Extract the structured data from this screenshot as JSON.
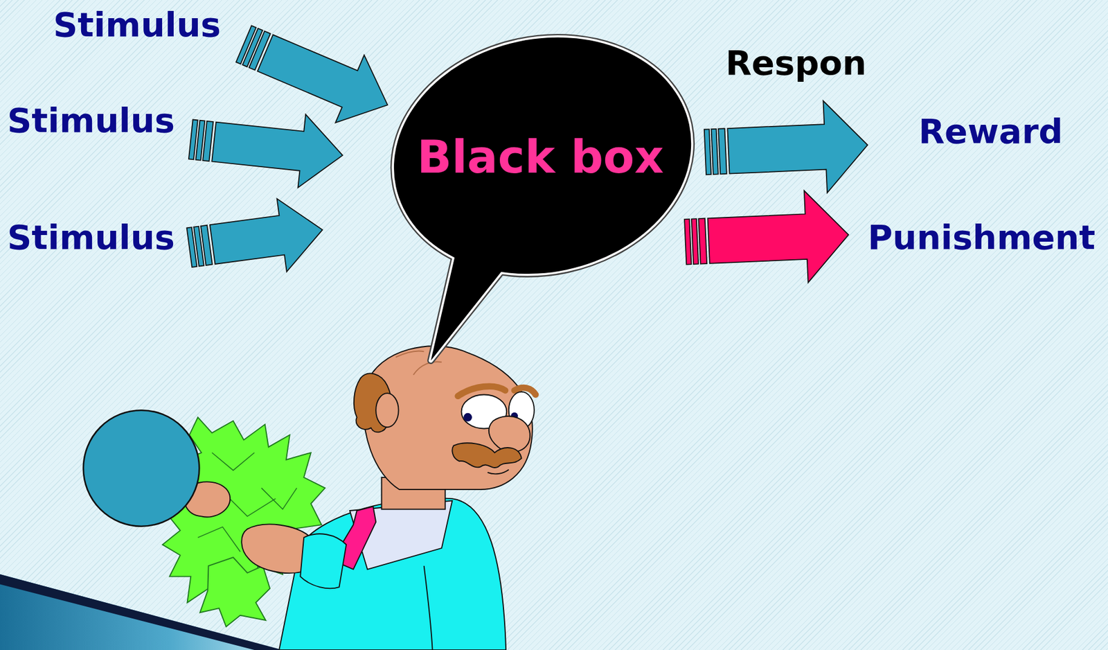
{
  "diagram": {
    "nodes": [
      {
        "text": [
          "Black box"
        ]
      }
    ],
    "labels": [
      "Stimulus",
      "Stimulus",
      "Stimulus",
      "Respon",
      "Reward",
      "Punishment"
    ]
  }
}
